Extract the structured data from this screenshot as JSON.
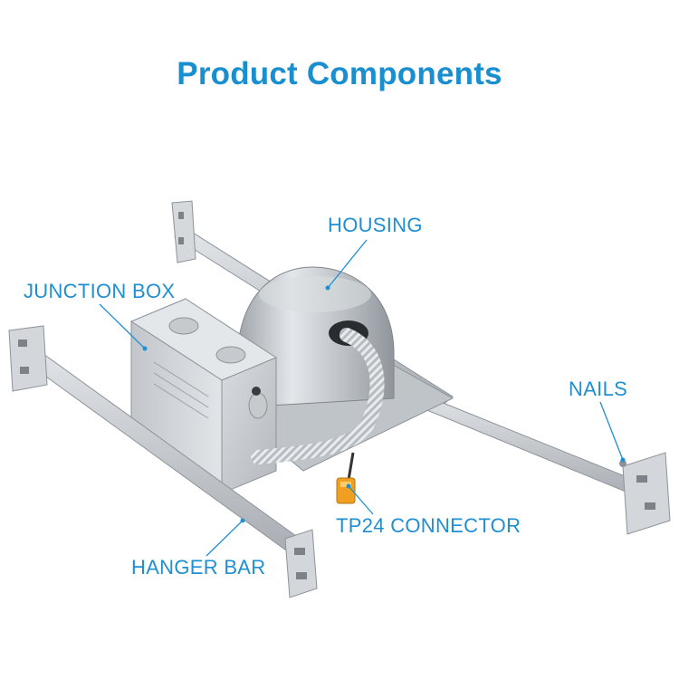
{
  "title": "Product Components",
  "labels": {
    "housing": "HOUSING",
    "junction_box": "JUNCTION BOX",
    "nails": "NAILS",
    "tp24_connector": "TP24 CONNECTOR",
    "hanger_bar": "HANGER BAR"
  },
  "colors": {
    "accent": "#1a8fd0",
    "metal": "#c9cdd1",
    "connector": "#f0a020"
  }
}
